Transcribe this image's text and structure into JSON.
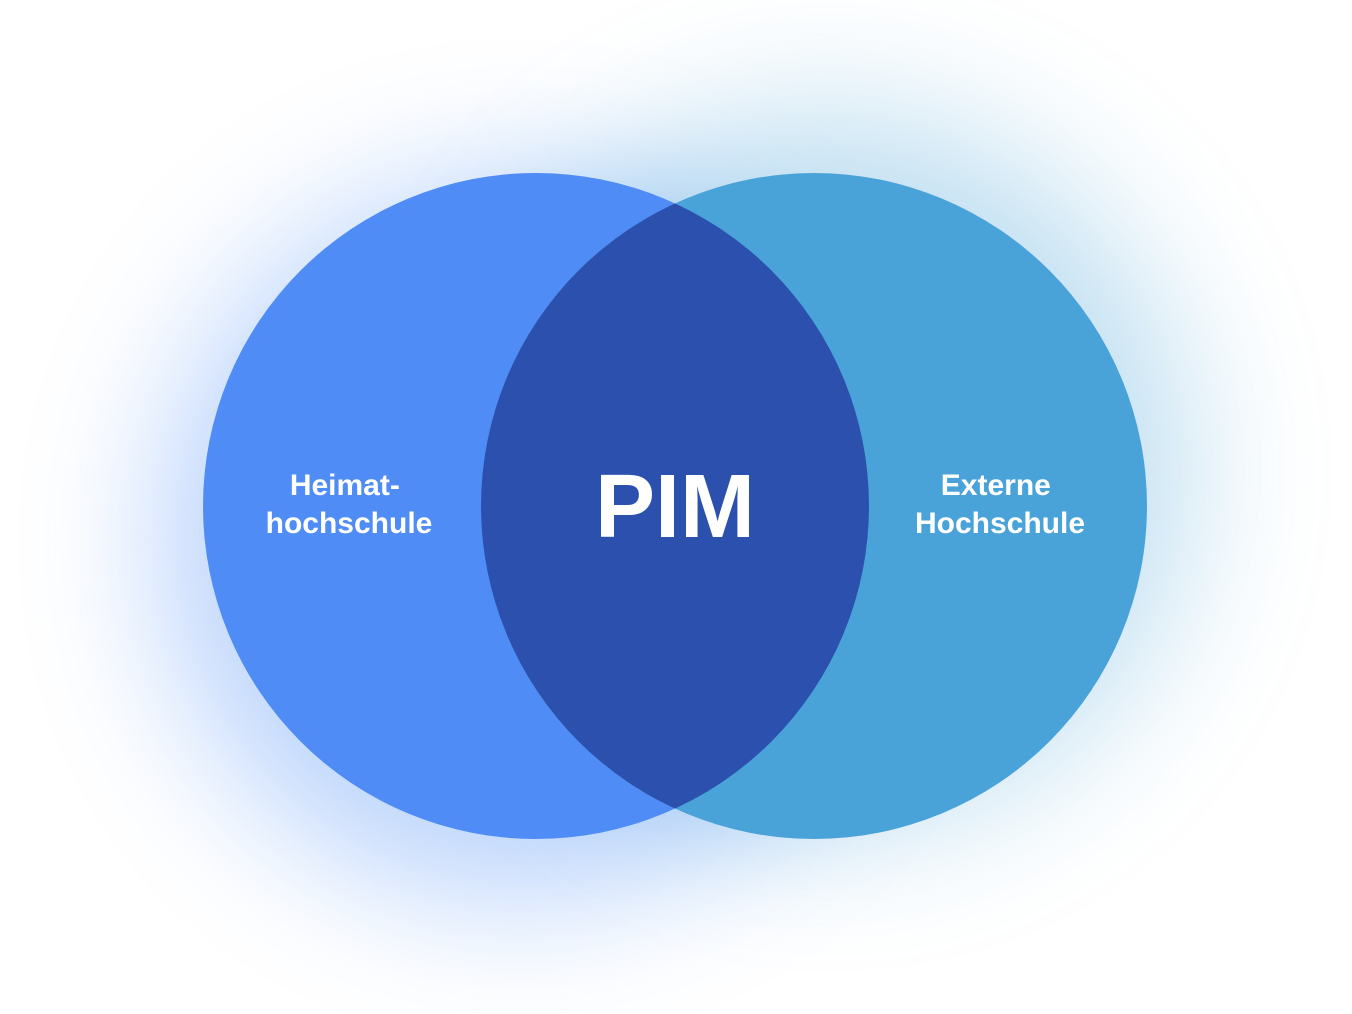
{
  "diagram": {
    "type": "venn",
    "sets": [
      {
        "id": "left",
        "label_lines": [
          "Heimat-",
          "hochschule"
        ],
        "color": "#4F8CF5"
      },
      {
        "id": "right",
        "label_lines": [
          "Externe",
          "Hochschule"
        ],
        "color": "#4AA3D8"
      }
    ],
    "intersection": {
      "label": "PIM",
      "color": "#2B50AE"
    },
    "glow_colors": [
      "#3B82F6",
      "#4AA3D8"
    ],
    "text_color": "#FFFFFF"
  }
}
